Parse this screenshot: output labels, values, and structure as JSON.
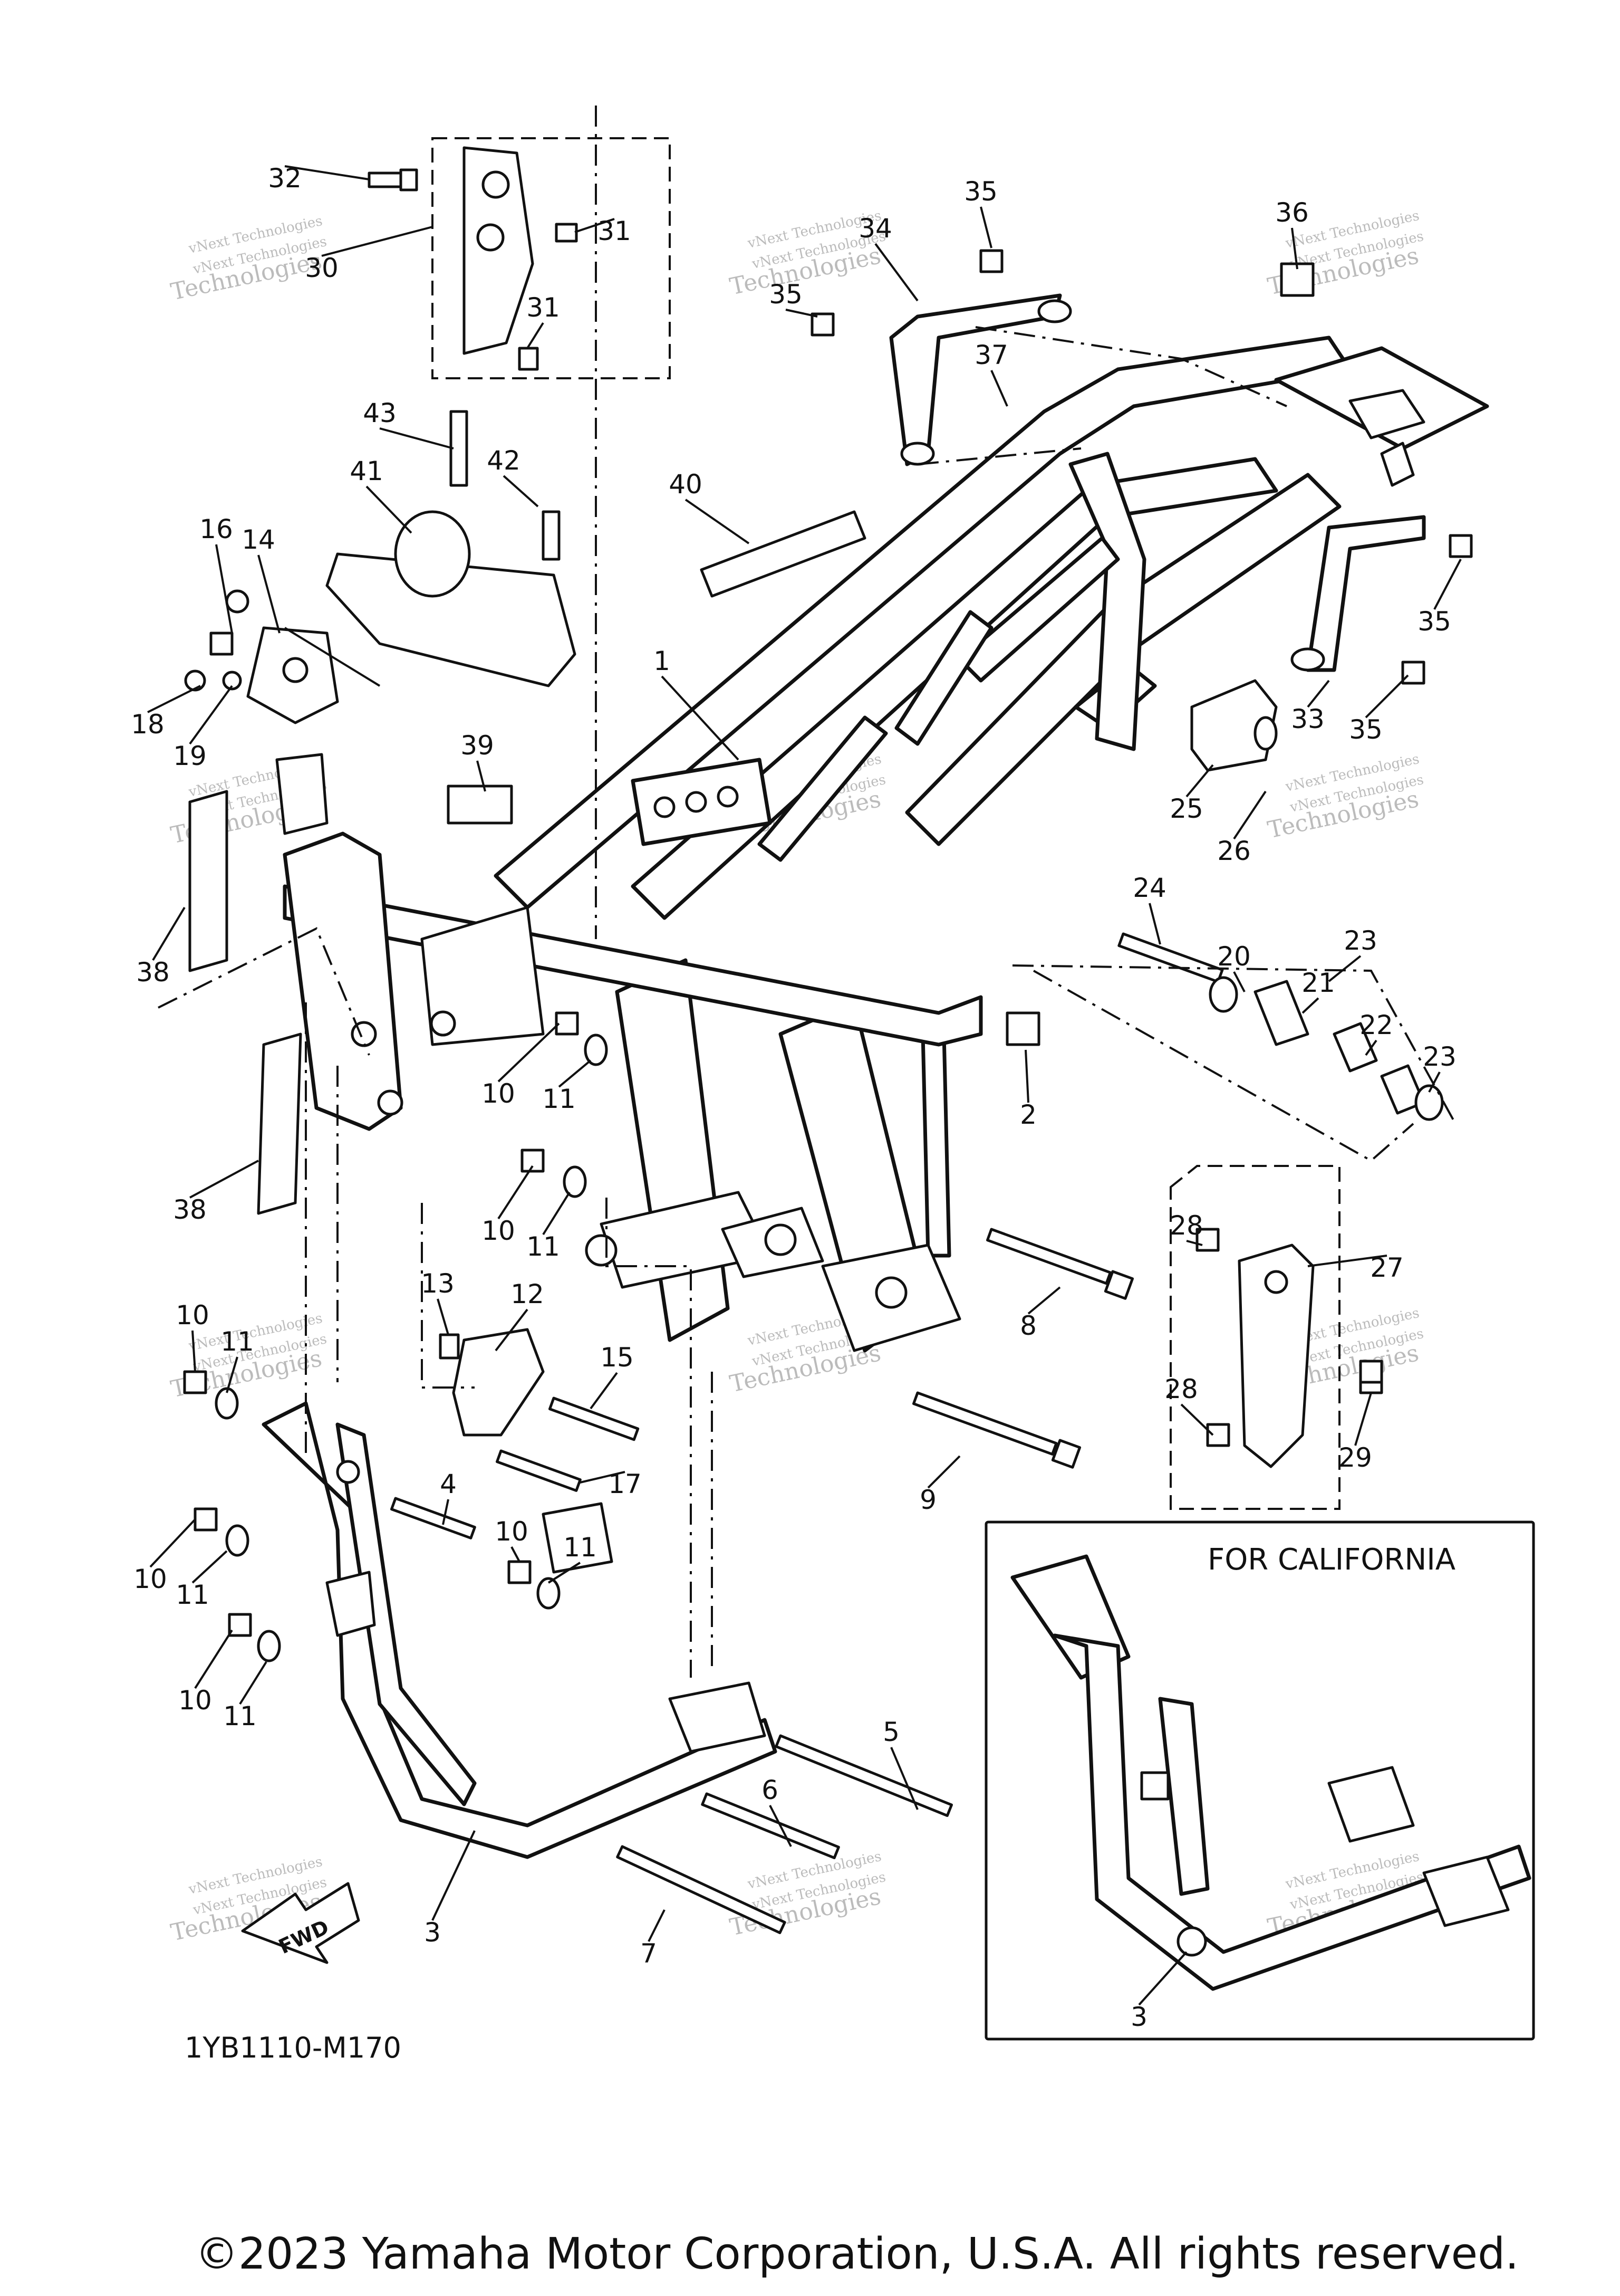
{
  "diagram_code": "1YB1110-M170",
  "copyright": "©2023 Yamaha Motor Corporation, U.S.A. All rights reserved.",
  "inset_label": "FOR CALIFORNIA",
  "fwd_label": "FWD",
  "watermark_lines": [
    "vNext Technologies",
    "vNext Technologies",
    "Technologies"
  ],
  "callouts": [
    "1",
    "2",
    "3",
    "4",
    "5",
    "6",
    "7",
    "8",
    "9",
    "10",
    "11",
    "12",
    "13",
    "14",
    "15",
    "16",
    "17",
    "18",
    "19",
    "20",
    "21",
    "22",
    "23",
    "24",
    "25",
    "26",
    "27",
    "28",
    "29",
    "30",
    "31",
    "32",
    "33",
    "34",
    "35",
    "36",
    "37",
    "38",
    "39",
    "40",
    "41",
    "42",
    "43"
  ]
}
